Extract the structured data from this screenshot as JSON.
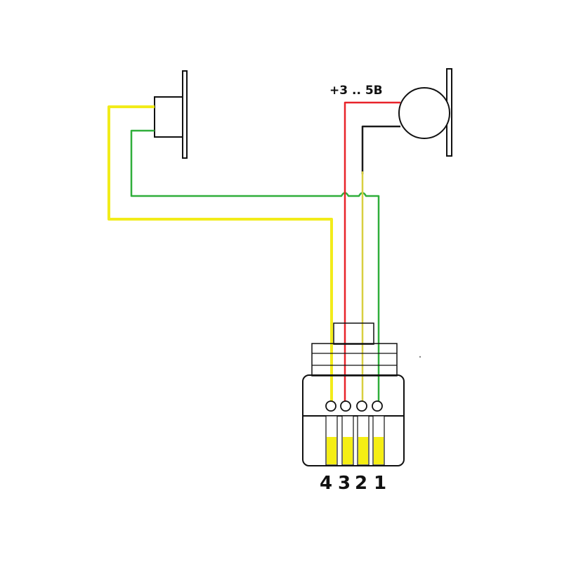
{
  "voltage_label": "+3 .. 5B",
  "pins": [
    "4",
    "3",
    "2",
    "1"
  ],
  "colors": {
    "yellow": "#f2ec1a",
    "green": "#2fae3a",
    "red": "#e8232a",
    "black": "#1a1a1a",
    "outline": "#111111",
    "background": "#ffffff"
  },
  "components": {
    "left": "microphone-jack",
    "right": "round-component"
  }
}
